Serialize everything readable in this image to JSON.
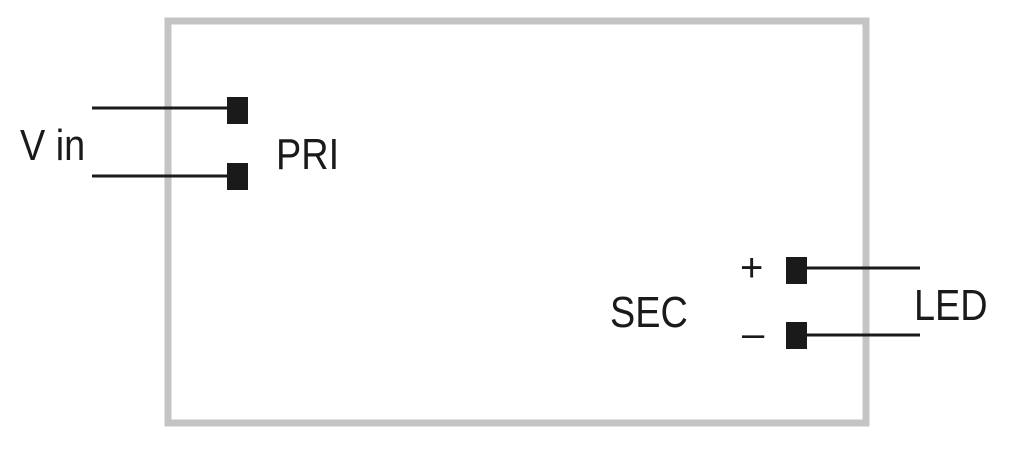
{
  "labels": {
    "input": "V in",
    "primary": "PRI",
    "secondary": "SEC",
    "output": "LED",
    "positive": "+",
    "negative": "–"
  },
  "colors": {
    "housing_outline": "#c4c4c6",
    "terminal": "#1a1a1a",
    "wire": "#1a1a1a",
    "text": "#1a1a1a",
    "background": "#ffffff"
  }
}
